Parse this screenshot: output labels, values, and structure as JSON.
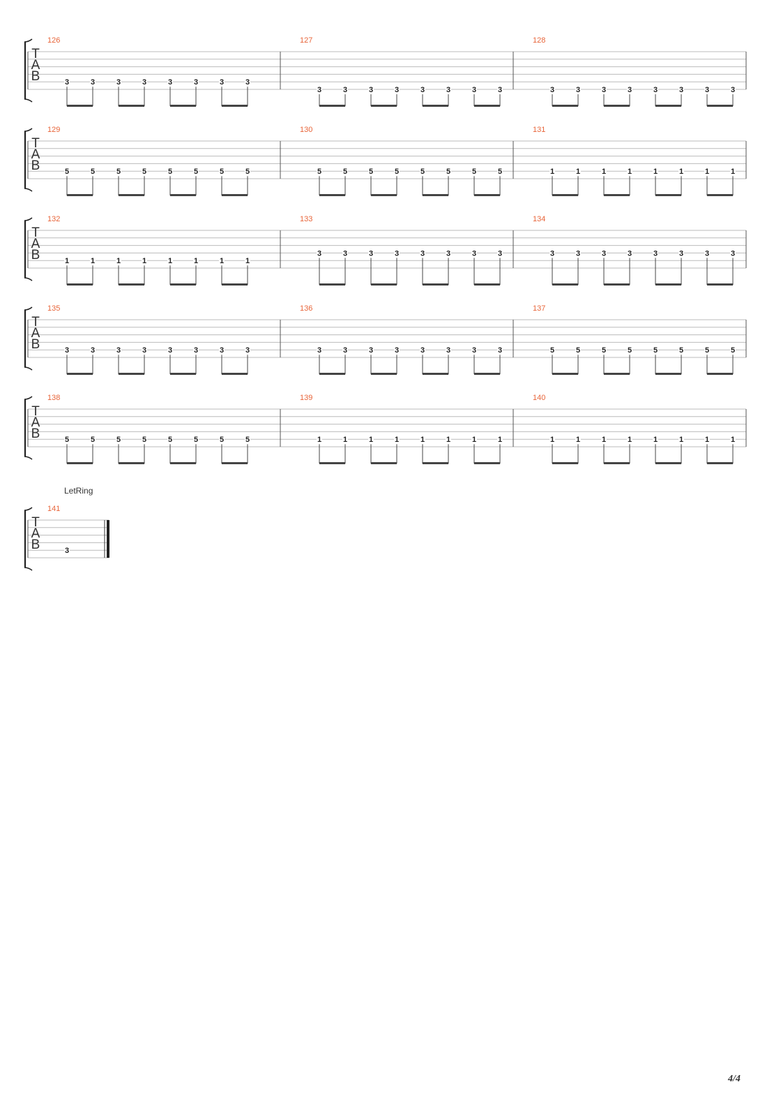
{
  "tab_clef": [
    "T",
    "A",
    "B"
  ],
  "systems": [
    {
      "measures": [
        {
          "number": "126",
          "string": 5,
          "frets": [
            "3",
            "3",
            "3",
            "3",
            "3",
            "3",
            "3",
            "3"
          ]
        },
        {
          "number": "127",
          "string": 6,
          "frets": [
            "3",
            "3",
            "3",
            "3",
            "3",
            "3",
            "3",
            "3"
          ]
        },
        {
          "number": "128",
          "string": 6,
          "frets": [
            "3",
            "3",
            "3",
            "3",
            "3",
            "3",
            "3",
            "3"
          ]
        }
      ]
    },
    {
      "measures": [
        {
          "number": "129",
          "string": 5,
          "frets": [
            "5",
            "5",
            "5",
            "5",
            "5",
            "5",
            "5",
            "5"
          ]
        },
        {
          "number": "130",
          "string": 5,
          "frets": [
            "5",
            "5",
            "5",
            "5",
            "5",
            "5",
            "5",
            "5"
          ]
        },
        {
          "number": "131",
          "string": 5,
          "frets": [
            "1",
            "1",
            "1",
            "1",
            "1",
            "1",
            "1",
            "1"
          ]
        }
      ]
    },
    {
      "measures": [
        {
          "number": "132",
          "string": 5,
          "frets": [
            "1",
            "1",
            "1",
            "1",
            "1",
            "1",
            "1",
            "1"
          ]
        },
        {
          "number": "133",
          "string": 4,
          "frets": [
            "3",
            "3",
            "3",
            "3",
            "3",
            "3",
            "3",
            "3"
          ]
        },
        {
          "number": "134",
          "string": 4,
          "frets": [
            "3",
            "3",
            "3",
            "3",
            "3",
            "3",
            "3",
            "3"
          ]
        }
      ]
    },
    {
      "measures": [
        {
          "number": "135",
          "string": 5,
          "frets": [
            "3",
            "3",
            "3",
            "3",
            "3",
            "3",
            "3",
            "3"
          ]
        },
        {
          "number": "136",
          "string": 5,
          "frets": [
            "3",
            "3",
            "3",
            "3",
            "3",
            "3",
            "3",
            "3"
          ]
        },
        {
          "number": "137",
          "string": 5,
          "frets": [
            "5",
            "5",
            "5",
            "5",
            "5",
            "5",
            "5",
            "5"
          ]
        }
      ]
    },
    {
      "measures": [
        {
          "number": "138",
          "string": 5,
          "frets": [
            "5",
            "5",
            "5",
            "5",
            "5",
            "5",
            "5",
            "5"
          ]
        },
        {
          "number": "139",
          "string": 5,
          "frets": [
            "1",
            "1",
            "1",
            "1",
            "1",
            "1",
            "1",
            "1"
          ]
        },
        {
          "number": "140",
          "string": 5,
          "frets": [
            "1",
            "1",
            "1",
            "1",
            "1",
            "1",
            "1",
            "1"
          ]
        }
      ]
    }
  ],
  "final_system": {
    "annotation": "LetRing",
    "measure": {
      "number": "141",
      "string": 5,
      "frets": [
        "3"
      ]
    }
  },
  "page_number": "4/4",
  "colors": {
    "bar_number": "#e8653a",
    "staff_line": "#bbbbbb",
    "text": "#222222"
  }
}
